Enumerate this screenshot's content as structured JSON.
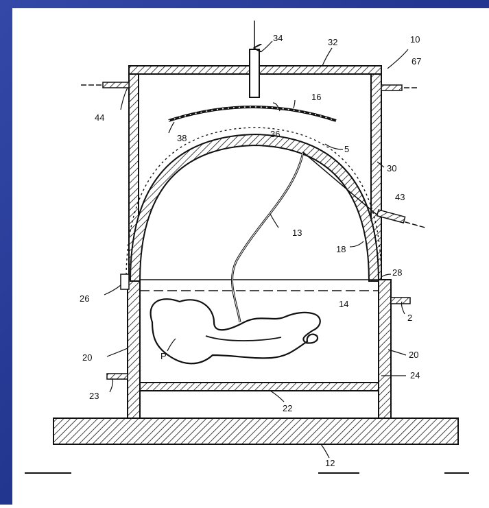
{
  "colors": {
    "background_blue": "#2b3f9b",
    "background_dark": "#1c2a73",
    "paper": "#ffffff",
    "ink": "#111111"
  },
  "labels": {
    "n34": "34",
    "n32": "32",
    "n10": "10",
    "n67": "67",
    "n44": "44",
    "n16": "16",
    "n38": "38",
    "n36": "36",
    "n5": "5",
    "n30": "30",
    "n43": "43",
    "n13": "13",
    "n18": "18",
    "n28": "28",
    "n26": "26",
    "n14": "14",
    "n2": "2",
    "n20_left": "20",
    "n20_right": "20",
    "nP": "P",
    "n24": "24",
    "n23": "23",
    "n22": "22",
    "n12": "12"
  }
}
